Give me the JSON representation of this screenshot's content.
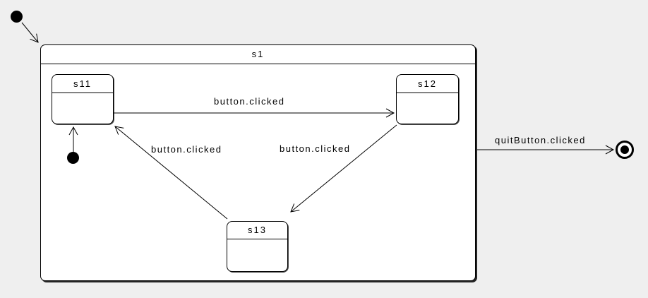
{
  "diagram": {
    "kind": "uml-state-machine-diagram",
    "colors": {
      "background": "#efefef",
      "state_fill": "#ffffff",
      "stroke": "#000000"
    },
    "composite_state": {
      "label": "s1"
    },
    "states": [
      {
        "label": "s11"
      },
      {
        "label": "s12"
      },
      {
        "label": "s13"
      }
    ],
    "pseudostates": [
      {
        "type": "initial",
        "target": "s1"
      },
      {
        "type": "initial",
        "target": "s11"
      },
      {
        "type": "final"
      }
    ],
    "transitions": [
      {
        "from": "initial",
        "to": "s1",
        "label": ""
      },
      {
        "from": "initial-inner",
        "to": "s11",
        "label": ""
      },
      {
        "from": "s11",
        "to": "s12",
        "label": "button.clicked"
      },
      {
        "from": "s13",
        "to": "s11",
        "label": "button.clicked"
      },
      {
        "from": "s12",
        "to": "s13",
        "label": "button.clicked"
      },
      {
        "from": "s1",
        "to": "final",
        "label": "quitButton.clicked"
      }
    ]
  }
}
